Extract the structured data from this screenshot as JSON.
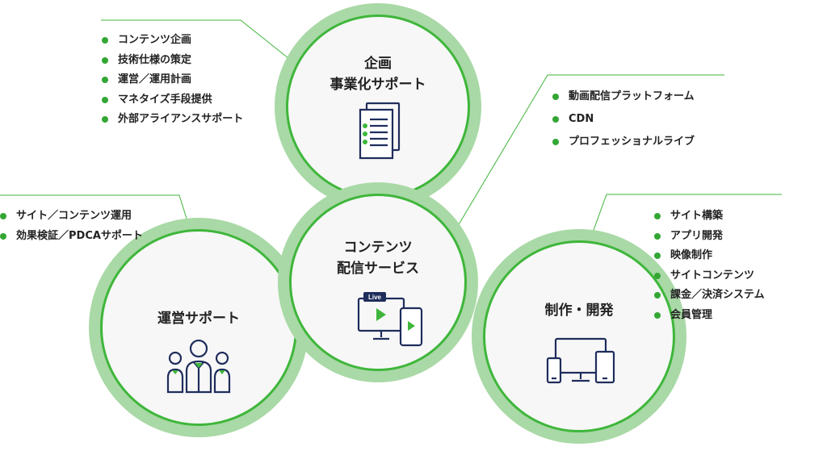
{
  "colors": {
    "accent": "#3fb63b",
    "ring": "#a9d9a6",
    "circle_fill": "#f7f7f7",
    "icon_stroke": "#1f2d5c",
    "bullet": "#33a633"
  },
  "circles": [
    {
      "id": "planning",
      "title_lines": [
        "企画",
        "事業化サポート"
      ],
      "icon": "document-icon",
      "items": [
        "コンテンツ企画",
        "技術仕様の策定",
        "運営／運用計画",
        "マネタイズ手段提供",
        "外部アライアンスサポート"
      ]
    },
    {
      "id": "delivery",
      "title_lines": [
        "コンテンツ",
        "配信サービス"
      ],
      "icon": "live-devices-icon",
      "icon_badge": "Live",
      "items": [
        "動画配信プラットフォーム",
        "CDN",
        "プロフェッショナルライブ"
      ]
    },
    {
      "id": "operations",
      "title_lines": [
        "運営サポート"
      ],
      "icon": "team-icon",
      "items": [
        "サイト／コンテンツ運用",
        "効果検証／PDCAサポート"
      ]
    },
    {
      "id": "development",
      "title_lines": [
        "制作・開発"
      ],
      "icon": "multi-device-icon",
      "items": [
        "サイト構築",
        "アプリ開発",
        "映像制作",
        "サイトコンテンツ",
        "課金／決済システム",
        "会員管理"
      ]
    }
  ]
}
